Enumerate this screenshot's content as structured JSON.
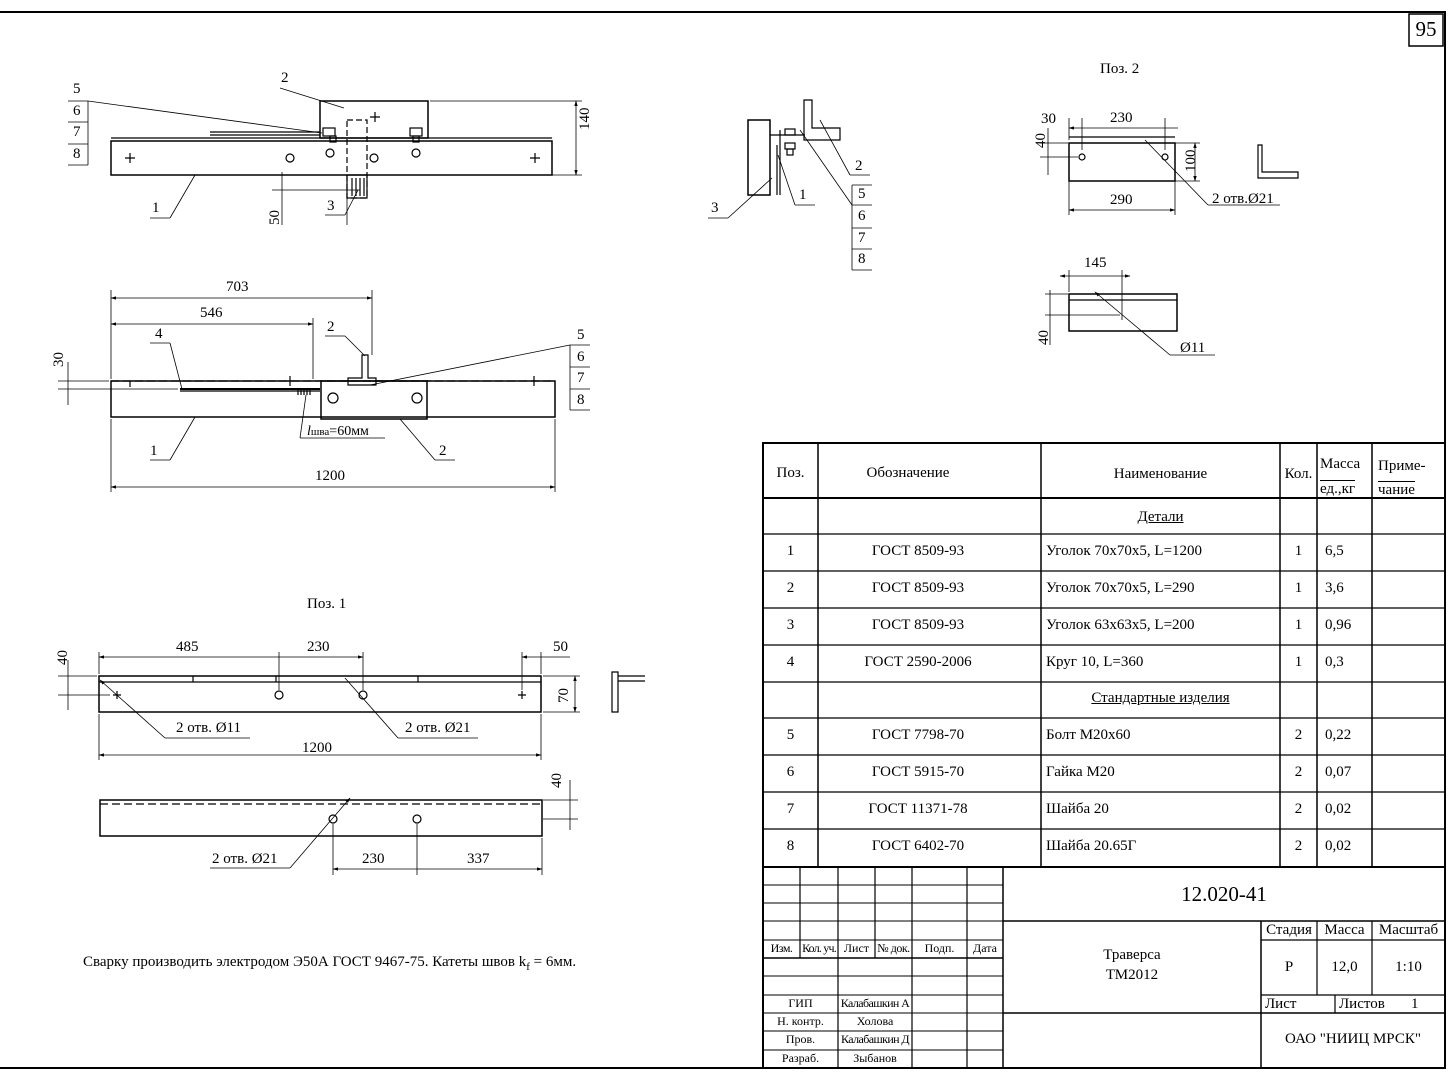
{
  "sheet_number": "95",
  "views": {
    "pos1_label": "Поз. 1",
    "pos2_label": "Поз. 2",
    "callouts": [
      "1",
      "2",
      "3",
      "4",
      "5",
      "6",
      "7",
      "8"
    ],
    "top_view": {
      "dim_140": "140",
      "dim_50": "50"
    },
    "front_view": {
      "dim_703": "703",
      "dim_546": "546",
      "dim_30": "30",
      "dim_1200": "1200",
      "weld_len_prefix": "l",
      "weld_len_sub": "шва",
      "weld_len_value": "=60мм"
    },
    "pos1_view": {
      "d40": "40",
      "d485": "485",
      "d230": "230",
      "d50": "50",
      "d70": "70",
      "d1200": "1200",
      "holes11": "2 отв. Ø11",
      "holes21": "2 отв. Ø21",
      "b40": "40",
      "b_holes21": "2 отв. Ø21",
      "b230": "230",
      "b337": "337"
    },
    "pos2_view": {
      "d30": "30",
      "d230": "230",
      "d40": "40",
      "d100": "100",
      "d290": "290",
      "holes21": "2 отв.Ø21",
      "d145": "145",
      "b40": "40",
      "d11": "Ø11"
    }
  },
  "note": {
    "text_main": "Сварку производить электродом Э50А ГОСТ 9467-75.  Катеты швов k",
    "text_sub": "f",
    "text_end": " = 6мм."
  },
  "spec_table": {
    "headers": {
      "pos": "Поз.",
      "designation": "Обозначение",
      "name": "Наименование",
      "qty": "Кол.",
      "mass_line1": "Масса",
      "mass_line2": "ед.,кг",
      "note_line1": "Приме-",
      "note_line2": "чание"
    },
    "section_details": "Детали",
    "section_standard": "Стандартные изделия",
    "rows": [
      {
        "pos": "1",
        "designation": "ГОСТ 8509-93",
        "name": "Уголок 70х70х5, L=1200",
        "qty": "1",
        "mass": "6,5"
      },
      {
        "pos": "2",
        "designation": "ГОСТ 8509-93",
        "name": "Уголок 70х70х5, L=290",
        "qty": "1",
        "mass": "3,6"
      },
      {
        "pos": "3",
        "designation": "ГОСТ 8509-93",
        "name": "Уголок 63х63х5, L=200",
        "qty": "1",
        "mass": "0,96"
      },
      {
        "pos": "4",
        "designation": "ГОСТ 2590-2006",
        "name": "Круг 10, L=360",
        "qty": "1",
        "mass": "0,3"
      },
      {
        "pos": "5",
        "designation": "ГОСТ 7798-70",
        "name": "Болт М20х60",
        "qty": "2",
        "mass": "0,22"
      },
      {
        "pos": "6",
        "designation": "ГОСТ 5915-70",
        "name": "Гайка М20",
        "qty": "2",
        "mass": "0,07"
      },
      {
        "pos": "7",
        "designation": "ГОСТ 11371-78",
        "name": "Шайба 20",
        "qty": "2",
        "mass": "0,02"
      },
      {
        "pos": "8",
        "designation": "ГОСТ 6402-70",
        "name": "Шайба 20.65Г",
        "qty": "2",
        "mass": "0,02"
      }
    ]
  },
  "title_block": {
    "doc_code": "12.020-41",
    "title_line1": "Траверса",
    "title_line2": "ТМ2012",
    "col_izm": "Изм.",
    "col_kolu": "Кол. уч.",
    "col_list": "Лист",
    "col_ndoc": "№ док.",
    "col_podp": "Подп.",
    "col_date": "Дата",
    "stage_label": "Стадия",
    "mass_label": "Масса",
    "scale_label": "Масштаб",
    "stage": "Р",
    "mass": "12,0",
    "scale": "1:10",
    "sheet_label": "Лист",
    "sheets_label": "Листов",
    "sheets_total": "1",
    "organization": "ОАО \"НИИЦ МРСК\"",
    "roles": [
      {
        "role": "ГИП",
        "name": "Калабашкин А"
      },
      {
        "role": "Н. контр.",
        "name": "Холова"
      },
      {
        "role": "Пров.",
        "name": "Калабашкин Д"
      },
      {
        "role": "Разраб.",
        "name": "Зыбанов"
      }
    ]
  }
}
